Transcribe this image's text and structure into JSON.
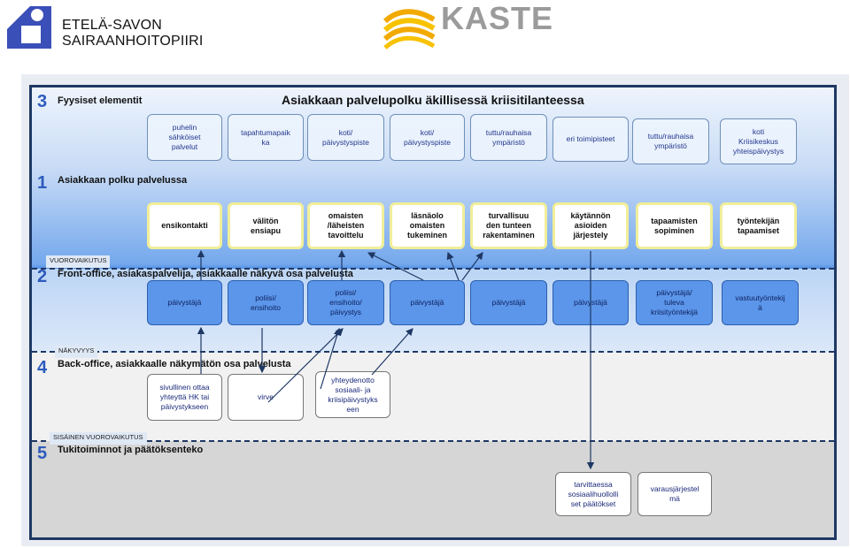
{
  "header": {
    "org_line1": "ETELÄ-SAVON",
    "org_line2": "SAIRAANHOITOPIIRI",
    "kaste_logo": "KASTE"
  },
  "title": "Asiakkaan palvelupolku äkillisessä kriisitilanteessa",
  "rows": {
    "r3": {
      "num": "3",
      "title": "Fyysiset elementit"
    },
    "r1": {
      "num": "1",
      "title": "Asiakkaan polku palvelussa"
    },
    "r2": {
      "num": "2",
      "title": "Front-office, asiakaspalvelija, asiakkaalle näkyvä osa palvelusta"
    },
    "r4": {
      "num": "4",
      "title": "Back-office, asiakkaalle näkymätön osa palvelusta"
    },
    "r5": {
      "num": "5",
      "title": "Tukitoiminnot ja päätöksenteko"
    }
  },
  "tags": {
    "vuorovaikutus": "VUOROVAIKUTUS",
    "nakyvyys": "NÄKYVYYS",
    "sisainen": "SISÄINEN VUOROVAIKUTUS"
  },
  "physical": [
    "puhelin\nsähköiset\npalvelut",
    "tapahtumapaik\nka",
    "koti/\npäivystyspiste",
    "koti/\npäivystyspiste",
    "tuttu/rauhaisa\nympäristö",
    "eri toimipisteet",
    "tuttu/rauhaisa\nympäristö",
    "koti\nKriisikeskus\nyhteispäivystys"
  ],
  "customer": [
    "ensikontakti",
    "välitön\nensiapu",
    "omaisten\n/läheisten\ntavoittelu",
    "läsnäolo\nomaisten\ntukeminen",
    "turvallisuu\nden tunteen\nrakentaminen",
    "käytännön\nasioiden\njärjestely",
    "tapaamisten\nsopiminen",
    "työntekijän\ntapaamiset"
  ],
  "front": [
    "päivystäjä",
    "poliisi/\nensihoito",
    "poliisi/\nensihoito/\npäivystys",
    "päivystäjä",
    "päivystäjä",
    "päivystäjä",
    "päivystäjä/\ntuleva\nkriisityöntekijä",
    "vastuutyöntekij\nä"
  ],
  "back": [
    "sivullinen ottaa\nyhteyttä HK tai\npäivystykseen",
    "virve",
    "yhteydenotto\nsosiaali- ja\nkriisipäivystyks\neen"
  ],
  "support": [
    "tarvittaessa\nsosiaalihuollolli\nset päätökset",
    "varausjärjestel\nmä"
  ],
  "colors": {
    "frame_border": "#1f3864",
    "row_number": "#2d5bbd",
    "customer_box_border": "#f1ee9a",
    "front_box_fill": "#5b96ea",
    "arrow": "#1f3864"
  }
}
